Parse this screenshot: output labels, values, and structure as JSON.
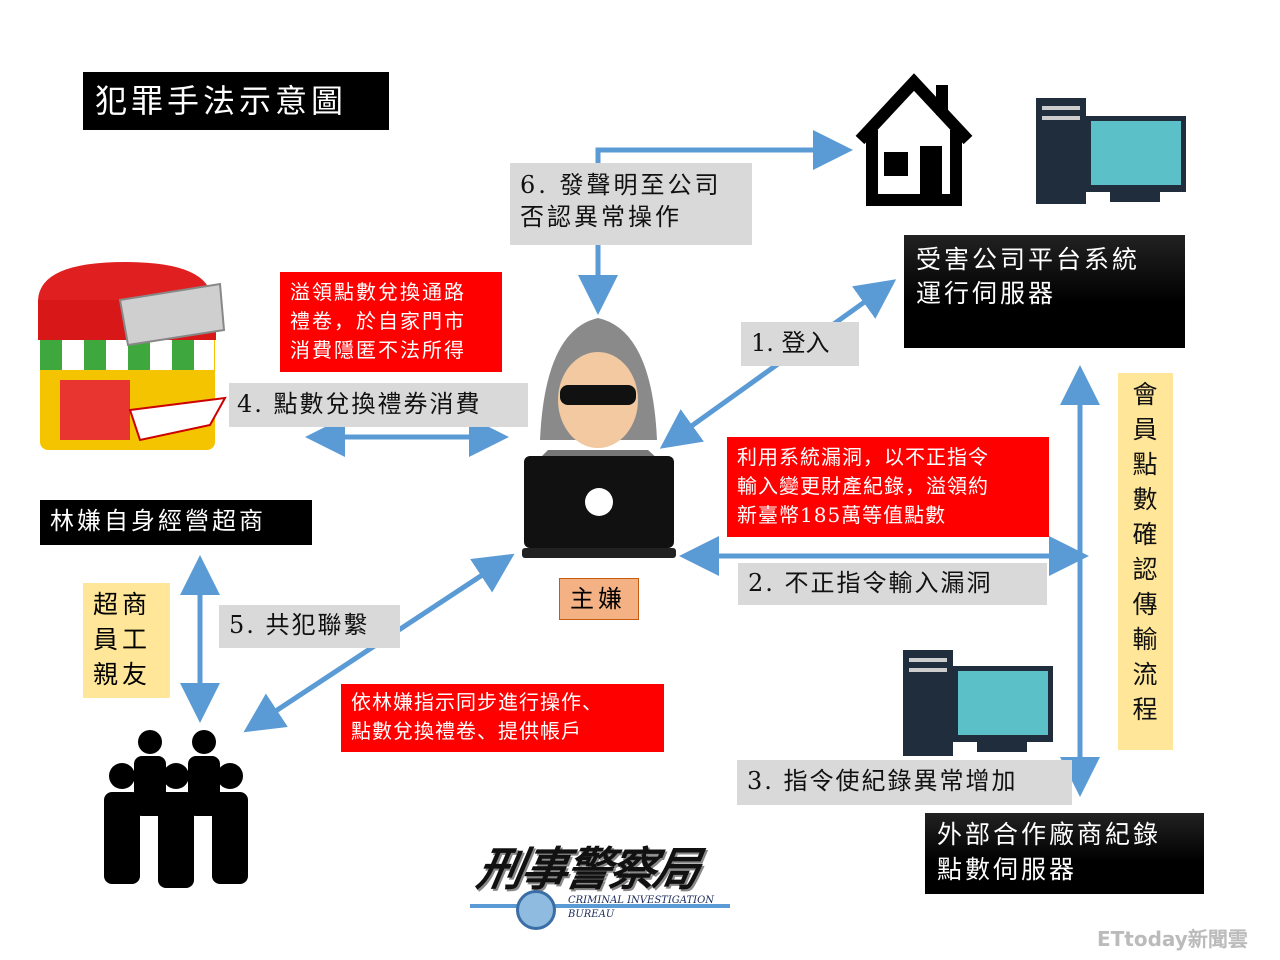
{
  "title": "犯罪手法示意圖",
  "step6": [
    "6. 發聲明至公司",
    "否認異常操作"
  ],
  "victim_server": [
    "受害公司平台系統",
    "運行伺服器"
  ],
  "red_note_redeem": [
    "溢領點數兌換通路",
    "禮卷，於自家門市",
    "消費隱匿不法所得"
  ],
  "step1": "1. 登入",
  "step4": "4. 點數兌換禮券消費",
  "store_label": "林嫌自身經營超商",
  "red_note_exploit": [
    "利用系統漏洞，以不正指令",
    "輸入變更財產紀錄，溢領約",
    "新臺幣185萬等值點數"
  ],
  "step2": "2. 不正指令輸入漏洞",
  "verification_flow": "會員點數確認傳輸流程",
  "suspect_label": "主嫌",
  "accomplices": [
    "超商",
    "員工",
    "親友"
  ],
  "step5": "5. 共犯聯繫",
  "red_note_accomplice": [
    "依林嫌指示同步進行操作、",
    "點數兌換禮卷、提供帳戶"
  ],
  "step3": "3. 指令使紀錄異常增加",
  "vendor_server": [
    "外部合作廠商紀錄",
    "點數伺服器"
  ],
  "logo": {
    "cn": "刑事警察局",
    "en": "CRIMINAL INVESTIGATION BUREAU"
  },
  "watermark": "ETtoday新聞雲",
  "colors": {
    "arrow": "#5b9bd5",
    "red": "#ff0000",
    "grey": "#d9d9d9",
    "yellow": "#ffe699",
    "salmon": "#f4b183"
  }
}
